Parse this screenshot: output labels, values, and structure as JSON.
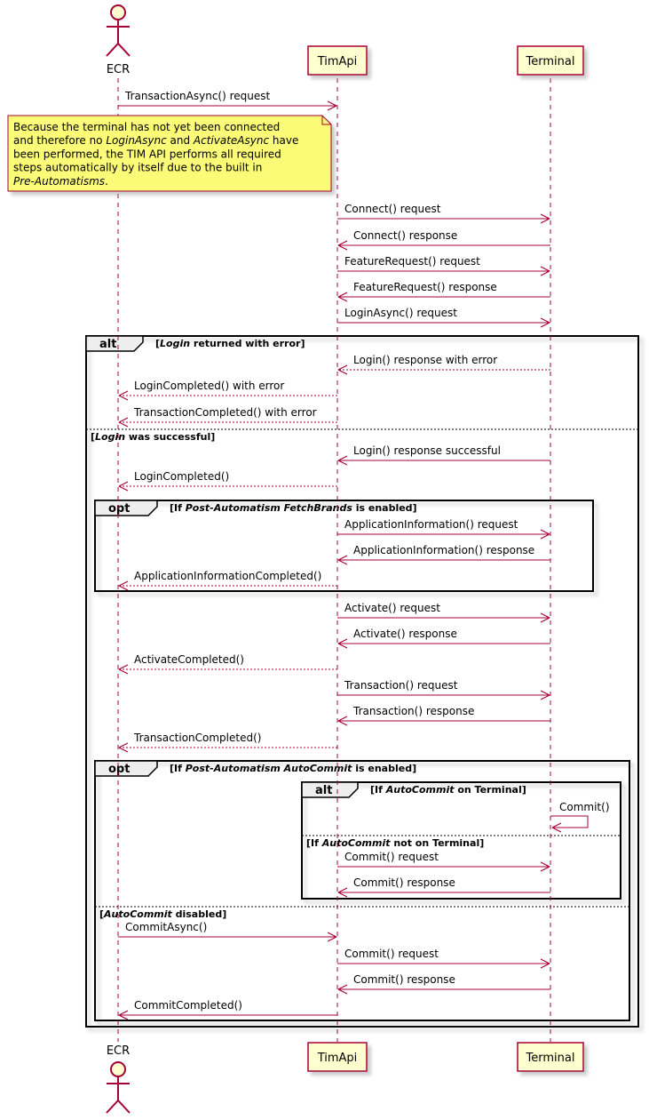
{
  "colors": {
    "arrow": "#A80036",
    "participant_fill": "#FEFECE",
    "participant_border": "#A80036",
    "note_fill": "#FBFB77",
    "group_border": "#000000",
    "shadow": "#C0C0C0"
  },
  "participants": {
    "ecr": "ECR",
    "timapi": "TimApi",
    "terminal": "Terminal"
  },
  "messages": [
    {
      "text": "TransactionAsync() request",
      "dashed": false
    },
    {
      "text": "Connect() request",
      "dashed": false
    },
    {
      "text": "Connect() response",
      "dashed": false
    },
    {
      "text": "FeatureRequest() request",
      "dashed": false
    },
    {
      "text": "FeatureRequest() response",
      "dashed": false
    },
    {
      "text": "LoginAsync() request",
      "dashed": false
    },
    {
      "text": "Login() response with error",
      "dashed": true
    },
    {
      "text": "LoginCompleted() with error",
      "dashed": true
    },
    {
      "text": "TransactionCompleted() with error",
      "dashed": true
    },
    {
      "text": "Login() response successful",
      "dashed": false
    },
    {
      "text": "LoginCompleted()",
      "dashed": true
    },
    {
      "text": "ApplicationInformation() request",
      "dashed": false
    },
    {
      "text": "ApplicationInformation() response",
      "dashed": false
    },
    {
      "text": "ApplicationInformationCompleted()",
      "dashed": true
    },
    {
      "text": "Activate() request",
      "dashed": false
    },
    {
      "text": "Activate() response",
      "dashed": false
    },
    {
      "text": "ActivateCompleted()",
      "dashed": true
    },
    {
      "text": "Transaction() request",
      "dashed": false
    },
    {
      "text": "Transaction() response",
      "dashed": false
    },
    {
      "text": "TransactionCompleted()",
      "dashed": true
    },
    {
      "text": "Commit()",
      "dashed": false
    },
    {
      "text": "Commit() request",
      "dashed": false
    },
    {
      "text": "Commit() response",
      "dashed": false
    },
    {
      "text": "CommitAsync()",
      "dashed": false
    },
    {
      "text": "Commit() request",
      "dashed": false
    },
    {
      "text": "Commit() response",
      "dashed": false
    },
    {
      "text": "CommitCompleted()",
      "dashed": false
    }
  ],
  "note": {
    "lines": [
      [
        {
          "t": "Because the terminal has not yet been connected",
          "i": false
        }
      ],
      [
        {
          "t": "and therefore no ",
          "i": false
        },
        {
          "t": "LoginAsync",
          "i": true
        },
        {
          "t": " and ",
          "i": false
        },
        {
          "t": "ActivateAsync",
          "i": true
        },
        {
          "t": " have",
          "i": false
        }
      ],
      [
        {
          "t": "been performed, the TIM API performs all required",
          "i": false
        }
      ],
      [
        {
          "t": "steps automatically by itself due to the built in",
          "i": false
        }
      ],
      [
        {
          "t": "Pre-Automatisms",
          "i": true
        },
        {
          "t": ".",
          "i": false
        }
      ]
    ]
  },
  "groups": {
    "alt_login": {
      "keyword": "alt",
      "condition": [
        {
          "t": "[",
          "i": false
        },
        {
          "t": "Login",
          "i": true
        },
        {
          "t": " returned with error]",
          "i": false
        }
      ],
      "else_condition": [
        {
          "t": "[",
          "i": false
        },
        {
          "t": "Login",
          "i": true
        },
        {
          "t": " was successful]",
          "i": false
        }
      ]
    },
    "opt_fetchbrands": {
      "keyword": "opt",
      "condition": [
        {
          "t": "[If ",
          "i": false
        },
        {
          "t": "Post-Automatism FetchBrands",
          "i": true
        },
        {
          "t": " is enabled]",
          "i": false
        }
      ]
    },
    "opt_autocommit": {
      "keyword": "opt",
      "condition": [
        {
          "t": "[If ",
          "i": false
        },
        {
          "t": "Post-Automatism AutoCommit",
          "i": true
        },
        {
          "t": " is enabled]",
          "i": false
        }
      ],
      "else_condition": [
        {
          "t": "[",
          "i": false
        },
        {
          "t": "AutoCommit",
          "i": true
        },
        {
          "t": " disabled]",
          "i": false
        }
      ]
    },
    "alt_terminal": {
      "keyword": "alt",
      "condition": [
        {
          "t": "[If ",
          "i": false
        },
        {
          "t": "AutoCommit",
          "i": true
        },
        {
          "t": " on Terminal]",
          "i": false
        }
      ],
      "else_condition": [
        {
          "t": "[If ",
          "i": false
        },
        {
          "t": "AutoCommit",
          "i": true
        },
        {
          "t": " not on Terminal]",
          "i": false
        }
      ]
    }
  }
}
